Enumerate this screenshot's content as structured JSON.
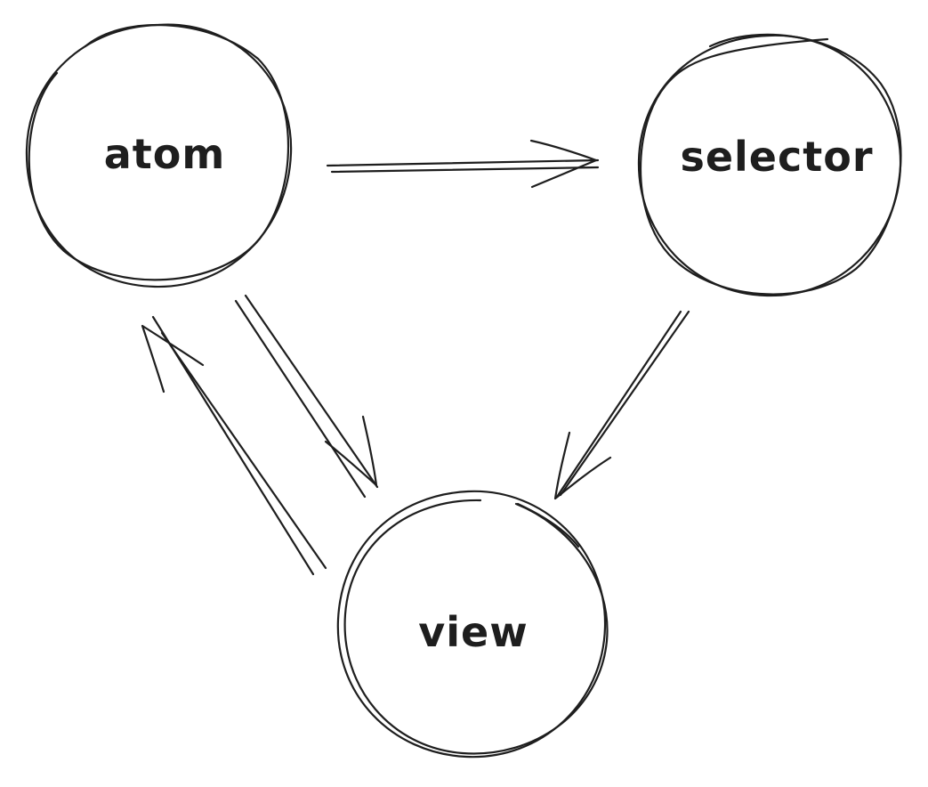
{
  "diagram": {
    "stroke_color": "#1e1e1e",
    "background": "#ffffff",
    "nodes": [
      {
        "id": "atom",
        "label": "atom"
      },
      {
        "id": "selector",
        "label": "selector"
      },
      {
        "id": "view",
        "label": "view"
      }
    ],
    "edges": [
      {
        "from": "atom",
        "to": "selector"
      },
      {
        "from": "atom",
        "to": "view"
      },
      {
        "from": "selector",
        "to": "view"
      },
      {
        "from": "view",
        "to": "atom"
      }
    ]
  }
}
